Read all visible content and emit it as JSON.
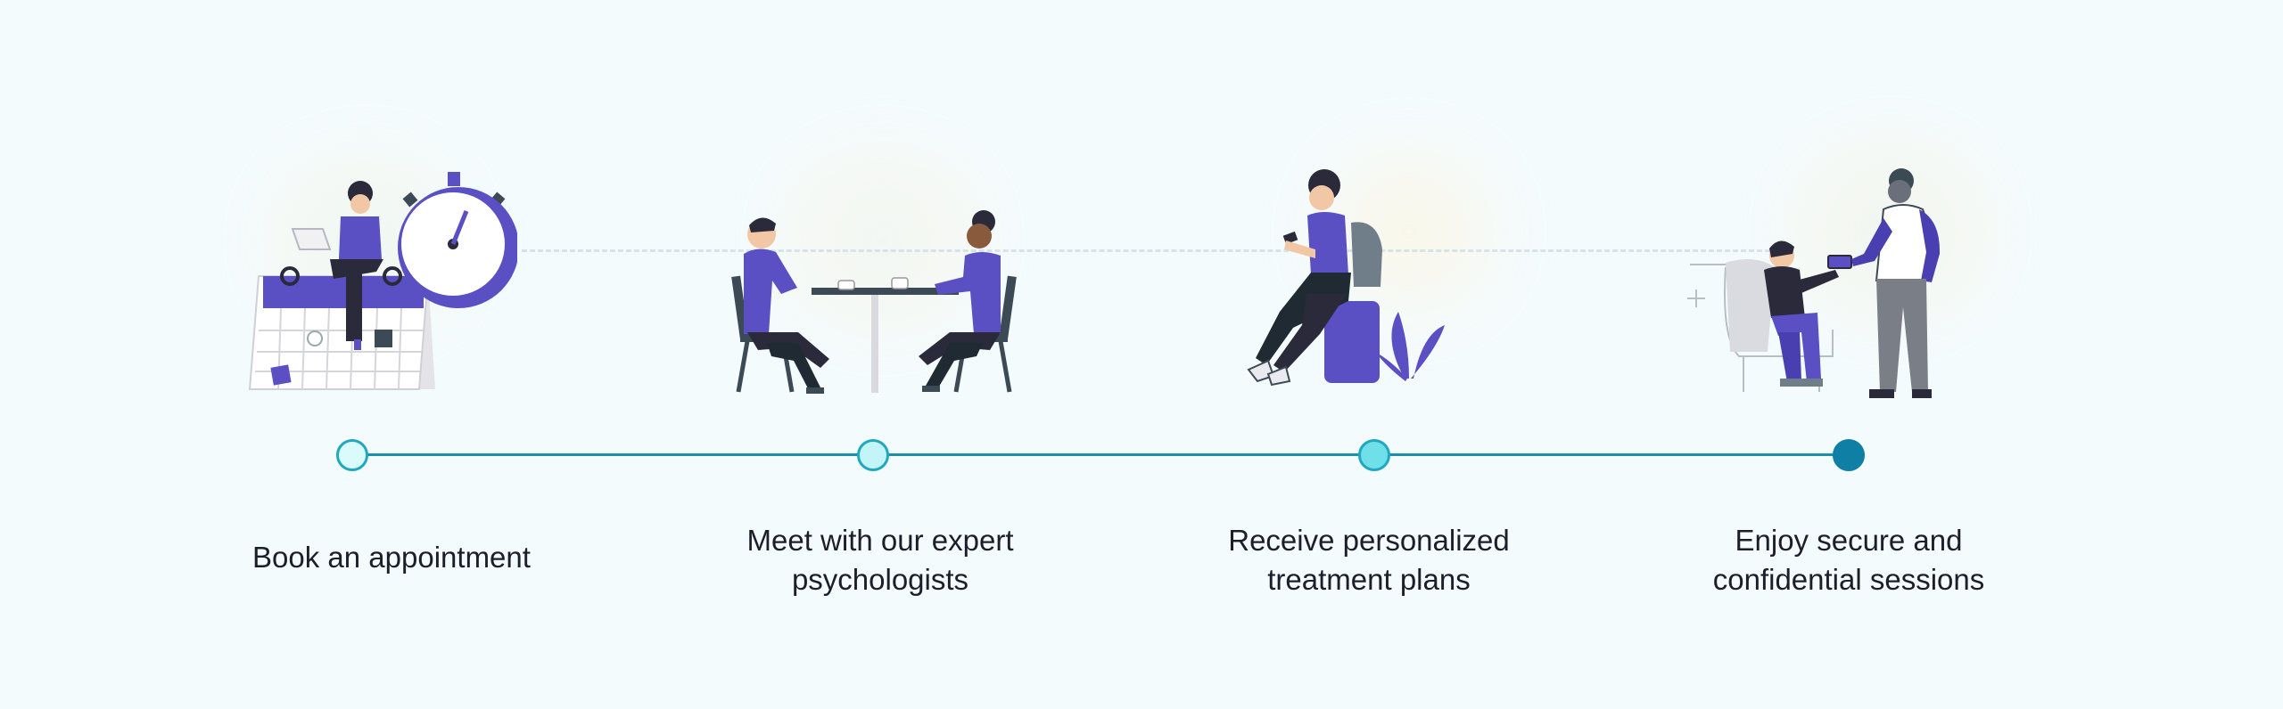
{
  "steps": [
    {
      "label": "Book an appointment",
      "icon": "calendar-stopwatch-illustration",
      "dot_color": "#d9fbfb"
    },
    {
      "label": "Meet with our expert psychologists",
      "icon": "consultation-meeting-illustration",
      "dot_color": "#c3f4f7"
    },
    {
      "label": "Receive personalized treatment plans",
      "icon": "person-with-phone-illustration",
      "dot_color": "#6fdfe9"
    },
    {
      "label": "Enjoy secure and confidential sessions",
      "icon": "secure-session-illustration",
      "dot_color": "#0f7fa5"
    }
  ],
  "colors": {
    "accent": "#5b4fc4",
    "timeline": "#1b8fad",
    "background": "#f4fbfd",
    "text": "#1d1d2b"
  }
}
